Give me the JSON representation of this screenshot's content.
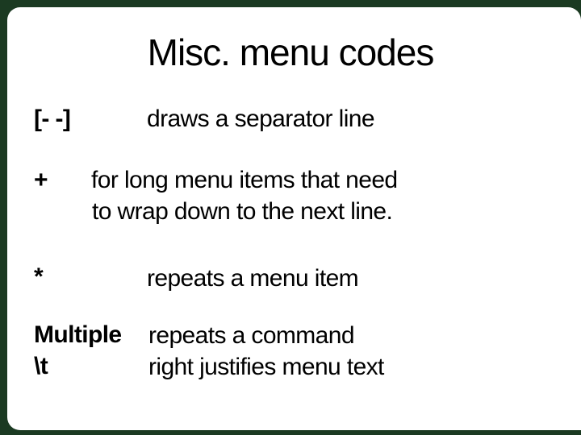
{
  "slide": {
    "title": "Misc. menu codes",
    "rows": [
      {
        "code": "[- -]",
        "desc": "draws a separator line"
      },
      {
        "code": "+",
        "desc_line1": "for long menu items that need",
        "desc_line2": "to wrap down to the next line."
      },
      {
        "code": "*",
        "desc": "repeats a menu item"
      },
      {
        "code_line1": "Multiple",
        "code_line2": "\\t",
        "desc_line1": "repeats a command",
        "desc_line2": "right justifies menu text"
      }
    ],
    "colors": {
      "frame": "#1b3a22",
      "background": "#ffffff",
      "text": "#000000"
    }
  }
}
